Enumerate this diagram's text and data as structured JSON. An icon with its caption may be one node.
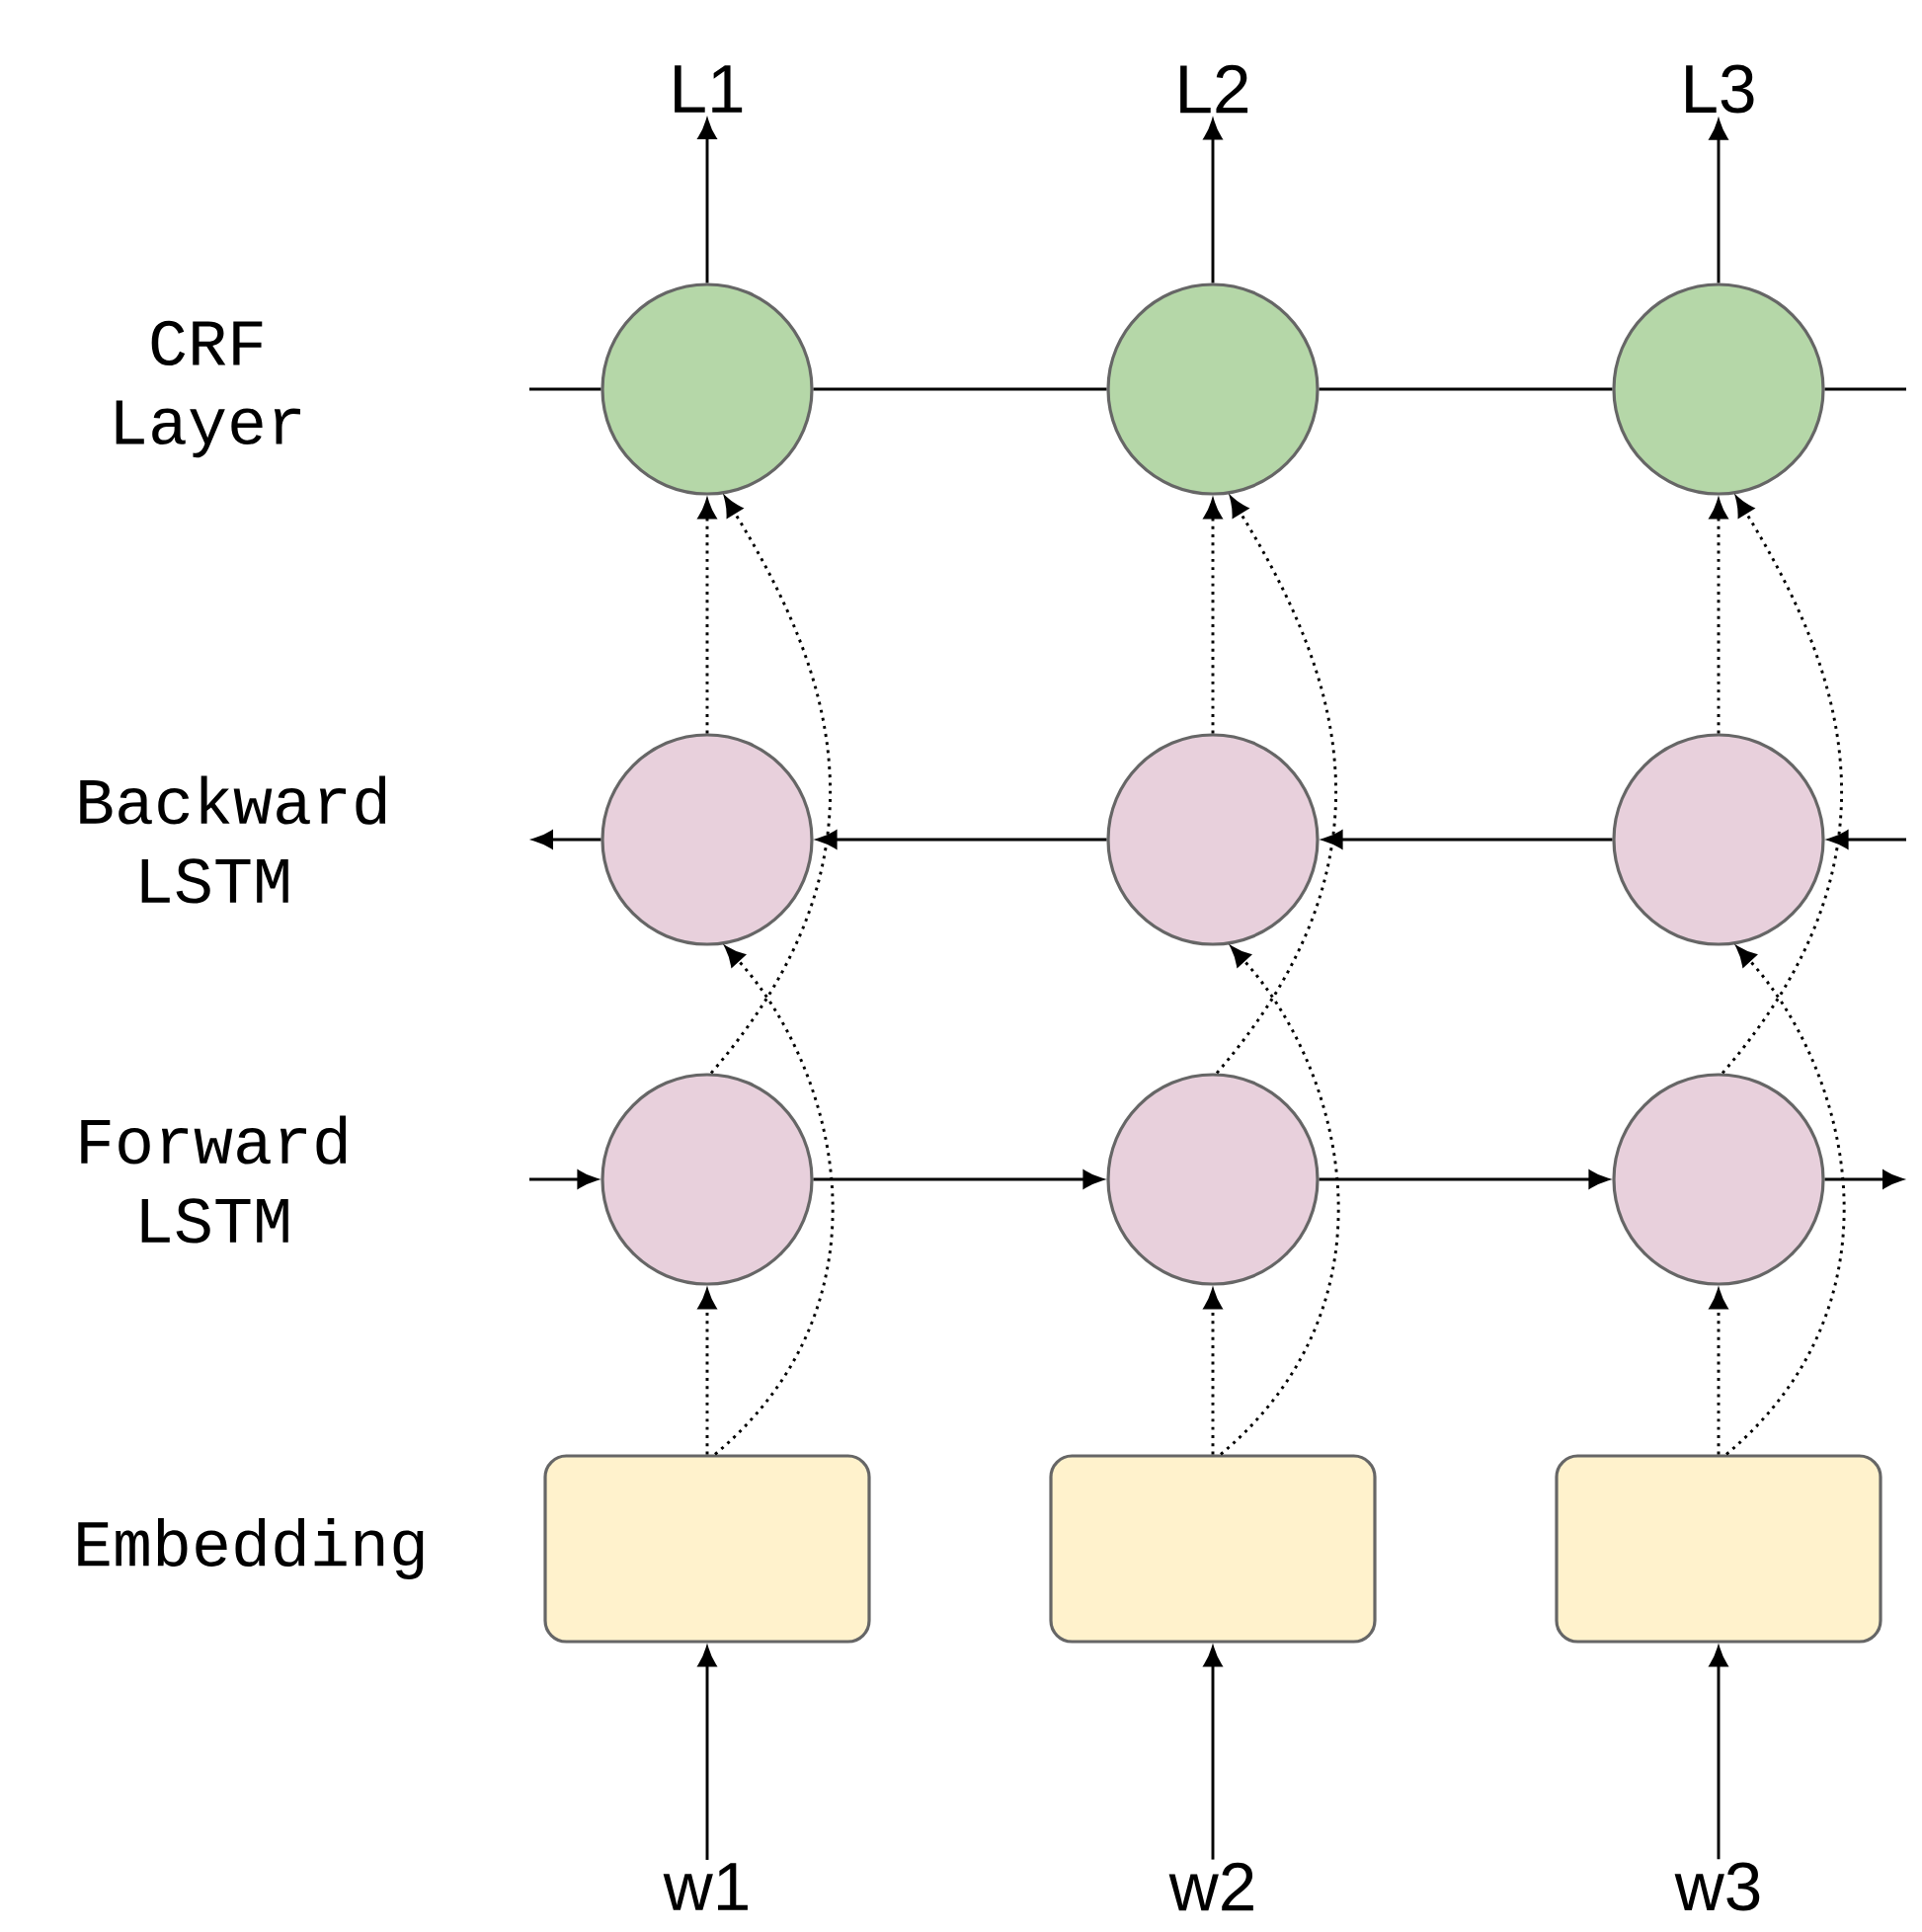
{
  "diagram": {
    "nodes": [
      {
        "text": [
          "L1"
        ]
      },
      {
        "text": [
          "L2"
        ]
      },
      {
        "text": [
          "L3"
        ]
      },
      {
        "text": [],
        "shape": "circle"
      },
      {
        "text": [],
        "shape": "circle"
      },
      {
        "text": [],
        "shape": "circle"
      },
      {
        "text": [],
        "shape": "circle"
      },
      {
        "text": [],
        "shape": "circle"
      },
      {
        "text": [],
        "shape": "circle"
      },
      {
        "text": [],
        "shape": "circle"
      },
      {
        "text": [],
        "shape": "circle"
      },
      {
        "text": [],
        "shape": "circle"
      },
      {
        "text": [],
        "shape": "box"
      },
      {
        "text": [],
        "shape": "box"
      },
      {
        "text": [],
        "shape": "box"
      },
      {
        "text": [
          "w1"
        ]
      },
      {
        "text": [
          "w2"
        ]
      },
      {
        "text": [
          "w3"
        ]
      }
    ],
    "edges": [
      {
        "from": 3,
        "to": 0,
        "arrow": "to"
      },
      {
        "from": 4,
        "to": 1,
        "arrow": "to"
      },
      {
        "from": 5,
        "to": 2,
        "arrow": "to"
      },
      {
        "from": null,
        "to": 3,
        "arrow": "none"
      },
      {
        "from": 3,
        "to": 4,
        "arrow": "none"
      },
      {
        "from": 4,
        "to": 5,
        "arrow": "none"
      },
      {
        "from": 5,
        "to": null,
        "arrow": "none"
      },
      {
        "from": 6,
        "to": 3,
        "arrow": "to",
        "style": "dashed"
      },
      {
        "from": 7,
        "to": 4,
        "arrow": "to",
        "style": "dashed"
      },
      {
        "from": 8,
        "to": 5,
        "arrow": "to",
        "style": "dashed"
      },
      {
        "from": 9,
        "to": 3,
        "arrow": "to",
        "style": "dashed"
      },
      {
        "from": 10,
        "to": 4,
        "arrow": "to",
        "style": "dashed"
      },
      {
        "from": 11,
        "to": 5,
        "arrow": "to",
        "style": "dashed"
      },
      {
        "from": null,
        "to": 8,
        "arrow": "to"
      },
      {
        "from": 8,
        "to": 7,
        "arrow": "to"
      },
      {
        "from": 7,
        "to": 6,
        "arrow": "to"
      },
      {
        "from": 6,
        "to": null,
        "arrow": "to"
      },
      {
        "from": 12,
        "to": 6,
        "arrow": "to",
        "style": "dashed"
      },
      {
        "from": 13,
        "to": 7,
        "arrow": "to",
        "style": "dashed"
      },
      {
        "from": 14,
        "to": 8,
        "arrow": "to",
        "style": "dashed"
      },
      {
        "from": null,
        "to": 9,
        "arrow": "to"
      },
      {
        "from": 9,
        "to": 10,
        "arrow": "to"
      },
      {
        "from": 10,
        "to": 11,
        "arrow": "to"
      },
      {
        "from": 11,
        "to": null,
        "arrow": "to"
      },
      {
        "from": 12,
        "to": 9,
        "arrow": "to",
        "style": "dashed"
      },
      {
        "from": 13,
        "to": 10,
        "arrow": "to",
        "style": "dashed"
      },
      {
        "from": 14,
        "to": 11,
        "arrow": "to",
        "style": "dashed"
      },
      {
        "from": 15,
        "to": 12,
        "arrow": "to"
      },
      {
        "from": 16,
        "to": 13,
        "arrow": "to"
      },
      {
        "from": 17,
        "to": 14,
        "arrow": "to"
      }
    ],
    "labels": [
      "CRF Layer",
      "Backward LSTM",
      "Forward LSTM",
      "Embedding"
    ]
  }
}
